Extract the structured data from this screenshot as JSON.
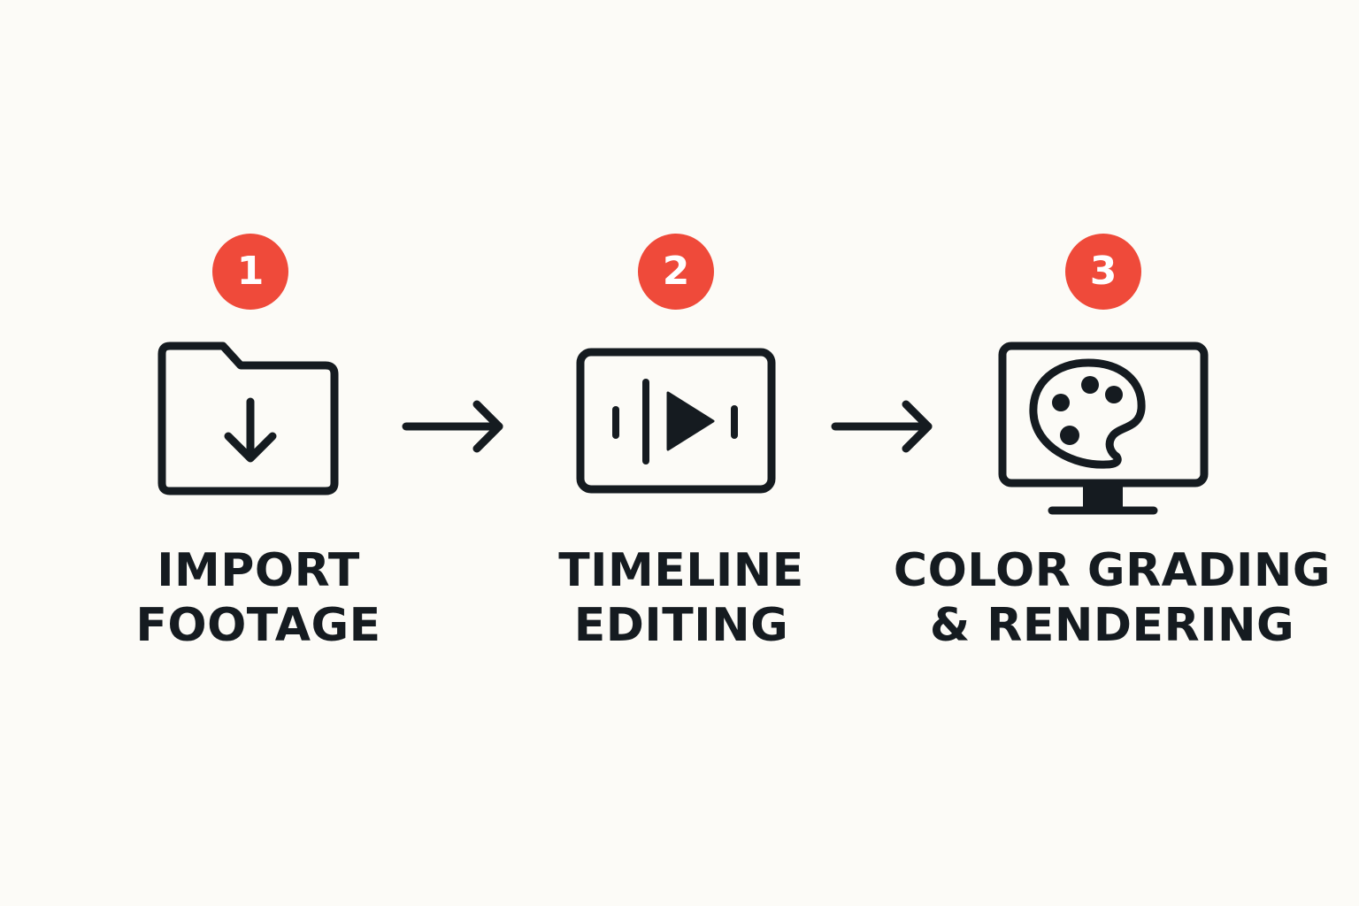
{
  "colors": {
    "background": "#fcfbf7",
    "badge": "#ef4a3a",
    "badge_text": "#ffffff",
    "ink": "#151b20"
  },
  "steps": [
    {
      "number": "1",
      "icon": "folder-download-icon",
      "label_line1": "IMPORT",
      "label_line2": "FOOTAGE"
    },
    {
      "number": "2",
      "icon": "video-timeline-play-icon",
      "label_line1": "TIMELINE",
      "label_line2": "EDITING"
    },
    {
      "number": "3",
      "icon": "monitor-palette-icon",
      "label_line1": "COLOR GRADING",
      "label_line2": "& RENDERING"
    }
  ],
  "connectors": [
    {
      "from": "1",
      "to": "2",
      "icon": "arrow-right-icon"
    },
    {
      "from": "2",
      "to": "3",
      "icon": "arrow-right-icon"
    }
  ]
}
